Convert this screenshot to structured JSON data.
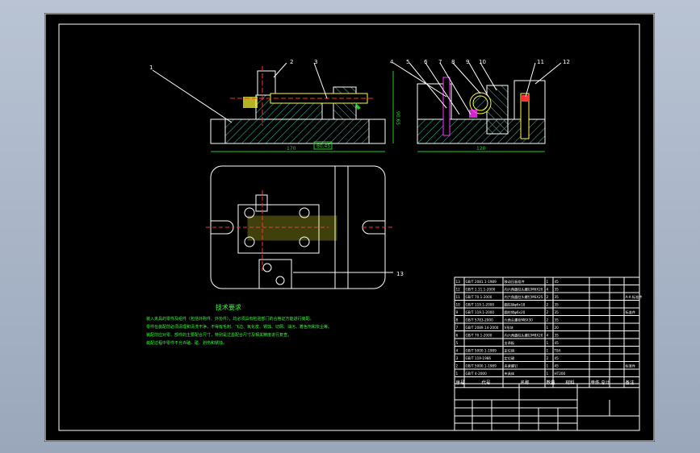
{
  "colors": {
    "background": "#000000",
    "frame": "#ffffff",
    "part_outline": "#ffffff",
    "hatch": "#2fae9a",
    "dimension": "#22cc22",
    "pin": "#ffff33",
    "magenta": "#ff33ff",
    "red_center": "#ff3333",
    "notes_text": "#33ff33"
  },
  "balloons": [
    "1",
    "2",
    "3",
    "4",
    "5",
    "6",
    "7",
    "8",
    "9",
    "10",
    "11",
    "12",
    "13"
  ],
  "dimensions": {
    "front_width": "170",
    "front_height": "90.65",
    "front_small": "60.45",
    "side_width": "120"
  },
  "notes": {
    "title": "技术要求",
    "lines": [
      "装入夹具的零件及组件（包括外购件、外协件），均必须具有检验部门的合格证方能进行装配。",
      "零件在装配前必须清理和清洗干净，不得有毛刺、飞边、氧化皮、锈蚀、切屑、油污、着色剂和灰尘等。",
      "装配前应对零、部件的主要配合尺寸，特别是过盈配合尺寸及相关精度进行复查。",
      "装配过程中零件不允许磕、碰、划伤和锈蚀。"
    ]
  },
  "bom": {
    "rows": [
      {
        "no": "13",
        "code": "GB/T 2081.1-1989",
        "name": "移动压板组件",
        "qty": "1",
        "material": "45",
        "note": ""
      },
      {
        "no": "12",
        "code": "GB/T 1.11.1-2000",
        "name": "内六角圆柱头螺钉M6X20",
        "qty": "4",
        "material": "35",
        "note": ""
      },
      {
        "no": "11",
        "code": "GB/T 70.1-2000",
        "name": "内六角圆柱头螺钉M6X25",
        "qty": "2",
        "material": "35",
        "note": "A-A 标准件"
      },
      {
        "no": "10",
        "code": "GB/T 119.1-2000",
        "name": "圆柱销φ6x18",
        "qty": "2",
        "material": "35",
        "note": ""
      },
      {
        "no": "9",
        "code": "GB/T 119.1-2000",
        "name": "圆柱销φ6x20",
        "qty": "2",
        "material": "35",
        "note": "标准件"
      },
      {
        "no": "8",
        "code": "GB/T 5783-2000",
        "name": "六角头螺栓M8X30",
        "qty": "2",
        "material": "35",
        "note": ""
      },
      {
        "no": "7",
        "code": "GB/T 2089.14-2000",
        "name": "V形块",
        "qty": "1",
        "material": "20",
        "note": ""
      },
      {
        "no": "6",
        "code": "GB/T 70.1-2000",
        "name": "内六角圆柱头螺钉M8X20",
        "qty": "4",
        "material": "35",
        "note": ""
      },
      {
        "no": "5",
        "code": "",
        "name": "支承板",
        "qty": "1",
        "material": "45",
        "note": ""
      },
      {
        "no": "4",
        "code": "GB/T 5000.1-1989",
        "name": "定位销",
        "qty": "1",
        "material": "T8A",
        "note": ""
      },
      {
        "no": "3",
        "code": "GB/T 119-1986",
        "name": "定位键",
        "qty": "2",
        "material": "45",
        "note": ""
      },
      {
        "no": "2",
        "code": "GB/T 5000.1-1989",
        "name": "夹紧螺钉",
        "qty": "1",
        "material": "45",
        "note": "标准件"
      },
      {
        "no": "1",
        "code": "GB/T 4-2000",
        "name": "夹具体",
        "qty": "1",
        "material": "HT200",
        "note": ""
      }
    ],
    "header": {
      "no": "序号",
      "code": "代号",
      "name": "名称",
      "qty": "数量",
      "material": "材料",
      "weight": "单件 总计",
      "note": "备注"
    }
  }
}
